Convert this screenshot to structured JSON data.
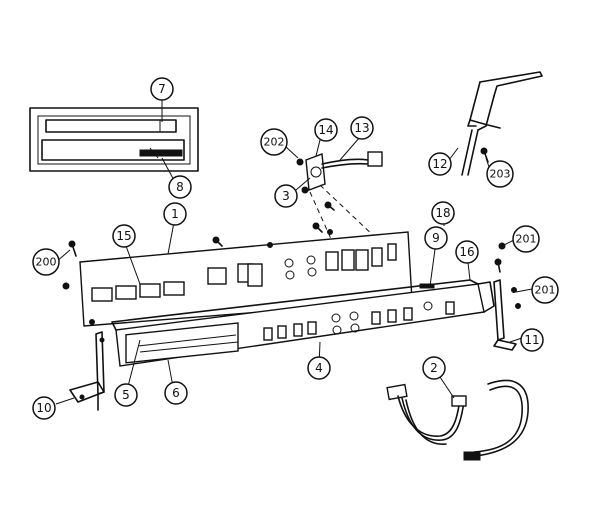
{
  "callouts": {
    "c1": "1",
    "c2": "2",
    "c3": "3",
    "c4": "4",
    "c5": "5",
    "c6": "6",
    "c7": "7",
    "c8": "8",
    "c9": "9",
    "c10": "10",
    "c11": "11",
    "c12": "12",
    "c13": "13",
    "c14": "14",
    "c15": "15",
    "c16": "16",
    "c18": "18",
    "c200": "200",
    "c201a": "201",
    "c201b": "201",
    "c202": "202",
    "c203": "203"
  }
}
